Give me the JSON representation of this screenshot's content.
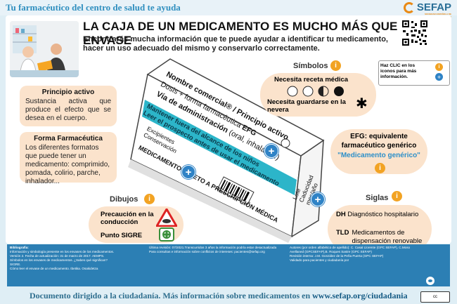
{
  "header": {
    "title": "Tu farmacéutico del centro de salud te ayuda",
    "logo_text": "SEFAP",
    "logo_subtitle": "SOCIEDAD ESPAÑOLA DE FARMACÉUTICOS DE ATENCIÓN PRIMARIA"
  },
  "headline": "LA CAJA DE UN MEDICAMENTO ES MUCHO MÁS QUE UN ENVASE",
  "subline": "Encontrarás mucha información que te puede ayudar a identificar tu medicamento, hacer un uso adecuado del mismo y conservarlo correctamente.",
  "left": {
    "principio": {
      "title": "Principio activo",
      "text": "Sustancia activa que produce el efecto que se desea en el cuerpo."
    },
    "forma": {
      "title": "Forma Farmacéutica",
      "text": "Los diferentes formatos que puede tener un medicamento: comprimido, pomada, colirio, parche, inhalador..."
    },
    "dibujos": {
      "title": "Dibujos",
      "precaucion": "Precaución en la conducción",
      "sigre": "Punto SIGRE"
    }
  },
  "box": {
    "nombre": "Nombre comercial® / Principio activo",
    "dosis": "Dosis + forma farmacéutica",
    "efg": "EFG",
    "via": "Vía de administración",
    "via_example": "(oral, inhalada..)",
    "banner_line1": "Mantener fuera del alcance de los niños",
    "banner_line2": "Leer el prospecto antes de usar el medicamento",
    "excipientes": "Excipientes",
    "conservacion": "Conservación",
    "receta": "MEDICAMENTO SUJETO A PRESCRIPCIÓN MÉDICA",
    "lote": "Lote",
    "caducidad": "Caducidad",
    "mes_ano": "mes/año"
  },
  "right": {
    "clic_hint": "Haz CLIC en los iconos para más información.",
    "simbolos": {
      "title": "Símbolos",
      "receta": "Necesita receta médica",
      "nevera": "Necesita guardarse en la nevera"
    },
    "efg": {
      "line1": "EFG: equivalente",
      "line2": "farmacéutico genérico",
      "line3": "\"Medicamento genérico\""
    },
    "siglas": {
      "title": "Siglas",
      "dh_abbr": "DH",
      "dh_text": "Diagnóstico hospitalario",
      "tld_abbr": "TLD",
      "tld_text": "Medicamentos de dispensación renovable"
    }
  },
  "footer": {
    "biblio": [
      "Bibliografía:",
      "Información y simbología presente en los envases de los medicamentos.",
      "Versión 2. Fecha de actualización: 31 de marzo de 2017. AEMPS.",
      "Símbolos en los envases de medicamentos. ¿Sabes qué significan?",
      "SIGRE.",
      "Cómo leer el envase de un medicamento. Ibetika. Osakidetza"
    ],
    "revision": [
      "Última revisión: 07/2021.Transcurridos 3 años la información podría estar desactualizada",
      "Para consultas e información sobre conflictos de intereses: pacientes@sefap.org"
    ],
    "autores": [
      "Autores (por orden alfabético de apellido): C. Casal Llorente (GPC SEFAP), C.Moso",
      "Avellaned (GPCSEFAP),B. Roques Sastre (GPC SEFAP)",
      "Revisión interna: J.M. González de la Peña Puerta (GPC SEFAP)",
      "",
      "Validado para pacientes y ciudadanía por"
    ]
  },
  "bottom": {
    "text": "Documento dirigido a la ciudadanía. Más información sobre medicamentos en",
    "url": "www.sefap.org/ciudadania",
    "cc": "cc"
  },
  "colors": {
    "accent": "#2f83c6",
    "orange": "#f2a323",
    "panel": "#fbe3cc",
    "teal": "#2cb5c9"
  }
}
